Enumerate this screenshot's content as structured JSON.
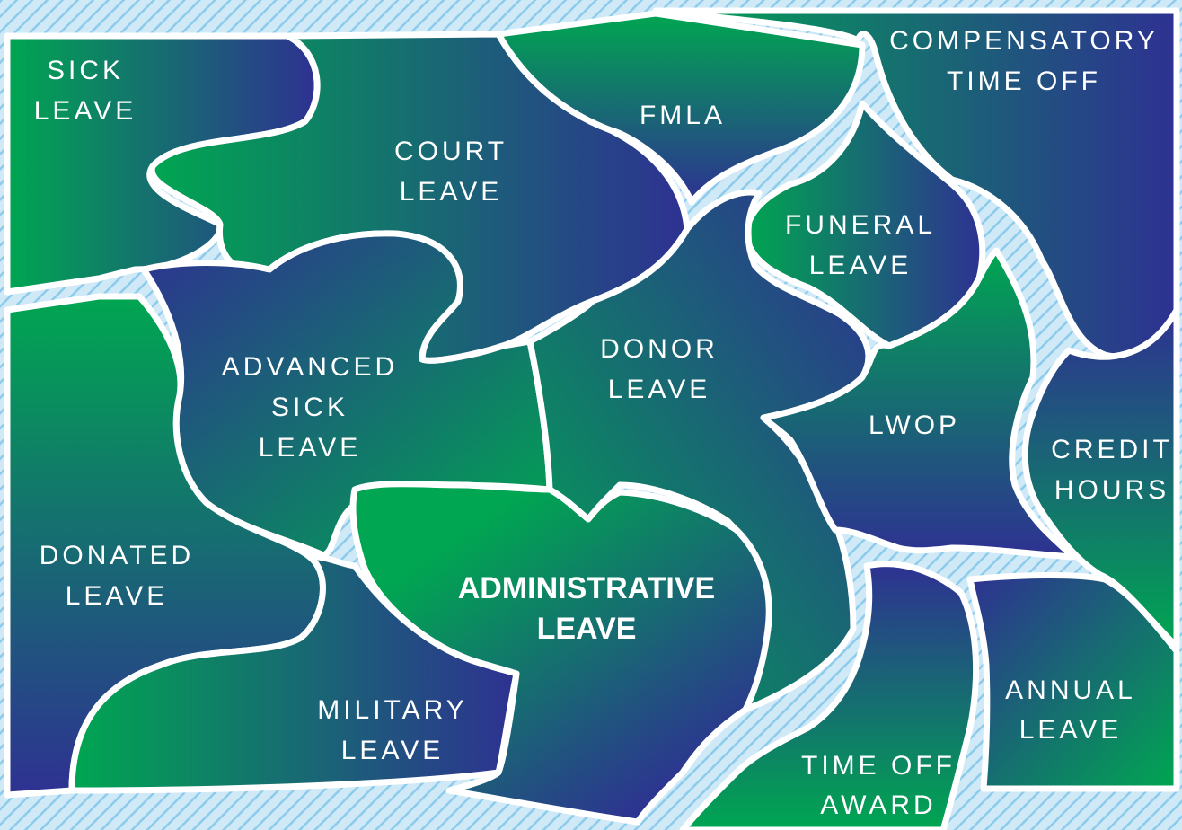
{
  "colors": {
    "background": "#cfe9f7",
    "hatch": "#8ccbec",
    "navy": "#2e3192",
    "green": "#00a651",
    "outline": "#ffffff",
    "text": "#ffffff"
  },
  "pieces": {
    "sick_leave": {
      "line1": "SICK",
      "line2": "LEAVE"
    },
    "court_leave": {
      "line1": "COURT",
      "line2": "LEAVE"
    },
    "fmla": {
      "line1": "FMLA"
    },
    "compensatory_time_off": {
      "line1": "COMPENSATORY",
      "line2": "TIME OFF"
    },
    "funeral_leave": {
      "line1": "FUNERAL",
      "line2": "LEAVE"
    },
    "advanced_sick_leave": {
      "line1": "ADVANCED",
      "line2": "SICK",
      "line3": "LEAVE"
    },
    "donor_leave": {
      "line1": "DONOR",
      "line2": "LEAVE"
    },
    "lwop": {
      "line1": "LWOP"
    },
    "credit_hours": {
      "line1": "CREDIT",
      "line2": "HOURS"
    },
    "donated_leave": {
      "line1": "DONATED",
      "line2": "LEAVE"
    },
    "administrative_leave": {
      "line1": "ADMINISTRATIVE",
      "line2": "LEAVE"
    },
    "military_leave": {
      "line1": "MILITARY",
      "line2": "LEAVE"
    },
    "annual_leave": {
      "line1": "ANNUAL",
      "line2": "LEAVE"
    },
    "time_off_award": {
      "line1": "TIME OFF",
      "line2": "AWARD"
    }
  }
}
